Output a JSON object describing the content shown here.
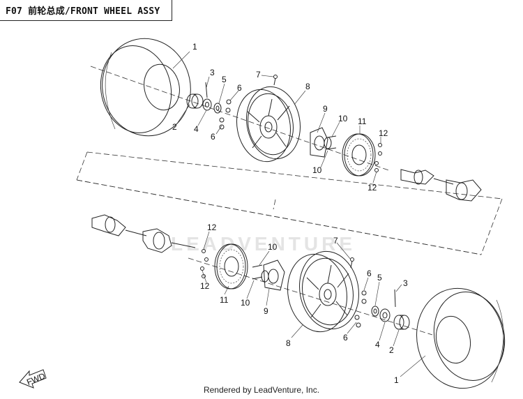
{
  "title": "F07 前轮总成/FRONT WHEEL ASSY",
  "footer": "Rendered by LeadVenture, Inc.",
  "watermark": "LEADVENTURE",
  "fwd_label": "FWD",
  "callouts_top": {
    "c1": "1",
    "c2": "2",
    "c3": "3",
    "c4": "4",
    "c5": "5",
    "c6a": "6",
    "c6b": "6",
    "c7": "7",
    "c8": "8",
    "c9": "9",
    "c10a": "10",
    "c10b": "10",
    "c11": "11",
    "c12a": "12",
    "c12b": "12"
  },
  "callouts_bottom": {
    "c12a": "12",
    "c12b": "12",
    "c11": "11",
    "c10a": "10",
    "c10b": "10",
    "c9": "9",
    "c7": "7",
    "c8": "8",
    "c6a": "6",
    "c6b": "6",
    "c5": "5",
    "c3": "3",
    "c4": "4",
    "c2": "2",
    "c1": "1"
  }
}
